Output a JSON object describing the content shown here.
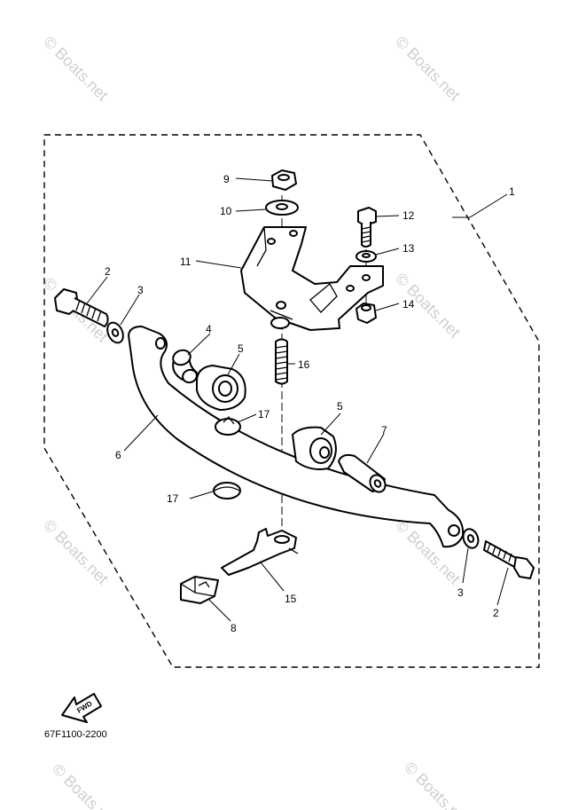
{
  "diagram": {
    "part_code": "67F1100-2200",
    "fwd_label": "FWD",
    "watermark_text": "© Boats.net",
    "callouts": [
      "1",
      "2",
      "3",
      "4",
      "5",
      "6",
      "7",
      "8",
      "9",
      "10",
      "11",
      "12",
      "13",
      "14",
      "15",
      "16",
      "17"
    ]
  }
}
